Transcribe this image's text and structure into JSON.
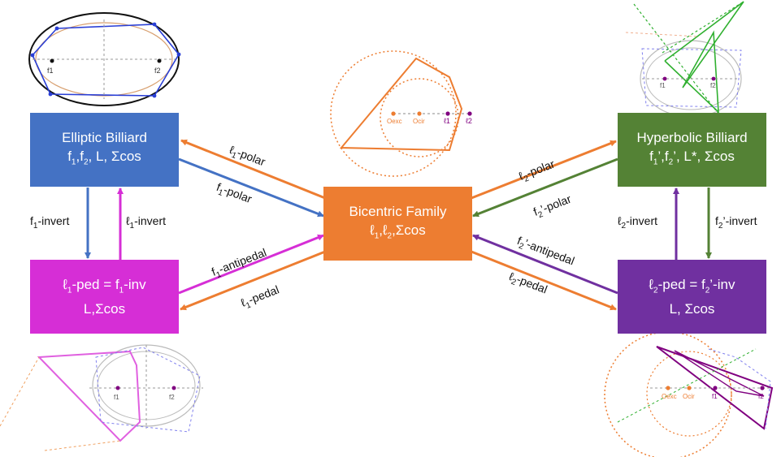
{
  "colors": {
    "blue": "#4472c4",
    "orange": "#ed7d31",
    "green": "#548235",
    "magenta": "#d62ed6",
    "purple": "#7030a0"
  },
  "nodes": {
    "elliptic": {
      "title": "Elliptic Billiard",
      "sub": "f1,f2, L, Σcos"
    },
    "bicentric": {
      "title": "Bicentric Family",
      "sub": "ℓ1,ℓ2,Σcos"
    },
    "hyperbolic": {
      "title": "Hyperbolic Billiard",
      "sub": "f1',f2', L*, Σcos"
    },
    "ped1": {
      "title": "ℓ1-ped = f1-inv",
      "sub": "L,Σcos"
    },
    "ped2": {
      "title": "ℓ2-ped = f2'-inv",
      "sub": "L, Σcos"
    }
  },
  "edges": {
    "l1_polar": "ℓ1-polar",
    "f1_polar": "f1-polar",
    "l2_polar": "ℓ2-polar",
    "f2p_polar": "f2'-polar",
    "f1_invert": "f1-invert",
    "l1_invert": "ℓ1-invert",
    "l2_invert": "ℓ2-invert",
    "f2p_invert": "f2'-invert",
    "f1_antipedal": "f1-antipedal",
    "l1_pedal": "ℓ1-pedal",
    "f2p_antipedal": "f2'-antipedal",
    "l2_pedal": "ℓ2-pedal"
  },
  "thumbnails": {
    "top_left": {
      "points": [
        "f1",
        "f2"
      ]
    },
    "top_center": {
      "points": [
        "Oexc",
        "Ocir",
        "ℓ1",
        "ℓ2"
      ]
    },
    "top_right": {
      "points": [
        "f1",
        "f2"
      ]
    },
    "bottom_left": {
      "points": [
        "f1",
        "f2"
      ]
    },
    "bottom_right": {
      "points": [
        "Oexc",
        "Ocir",
        "f1",
        "f2"
      ]
    }
  }
}
